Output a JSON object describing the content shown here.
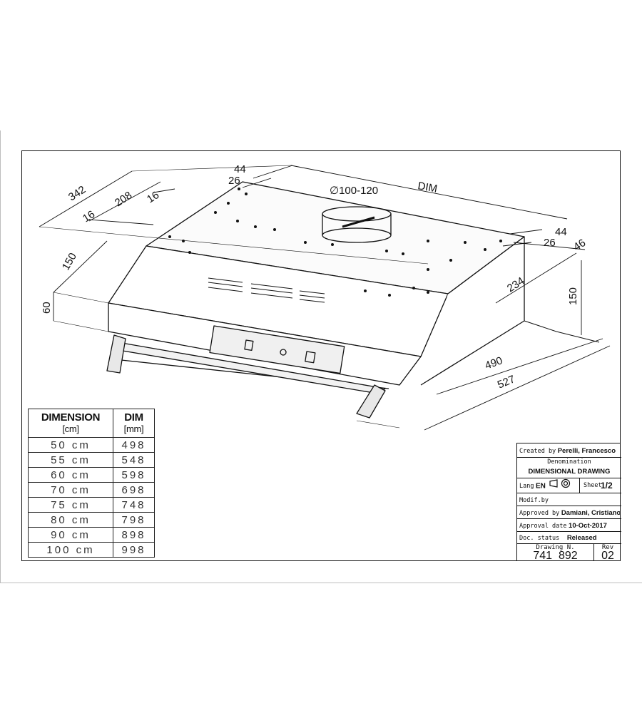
{
  "dimensions": {
    "d342": "342",
    "d208": "208",
    "d16a": "16",
    "d16b": "16",
    "d44a": "44",
    "d26a": "26",
    "duct": "∅100-120",
    "dim": "DIM",
    "d44b": "44",
    "d26b": "26",
    "d46": "46",
    "d150a": "150",
    "d60": "60",
    "d234": "234",
    "d150b": "150",
    "d490": "490",
    "d527": "527"
  },
  "table": {
    "header_dimension": "DIMENSION",
    "header_dimension_unit": "[cm]",
    "header_dim": "DIM",
    "header_dim_unit": "[mm]",
    "rows": [
      {
        "size": "50 cm",
        "dim": "498"
      },
      {
        "size": "55 cm",
        "dim": "548"
      },
      {
        "size": "60 cm",
        "dim": "598"
      },
      {
        "size": "70 cm",
        "dim": "698"
      },
      {
        "size": "75 cm",
        "dim": "748"
      },
      {
        "size": "80 cm",
        "dim": "798"
      },
      {
        "size": "90 cm",
        "dim": "898"
      },
      {
        "size": "100 cm",
        "dim": "998"
      }
    ]
  },
  "title_block": {
    "created_by_label": "Created by",
    "created_by": "Perelli, Francesco",
    "denomination_label": "Denomination",
    "denomination": "DIMENSIONAL DRAWING",
    "lang_label": "Lang",
    "lang": "EN",
    "sheet_label": "Sheet",
    "sheet": "1/2",
    "modif_label": "Modif.by",
    "approved_by_label": "Approved by",
    "approved_by": "Damiani, Cristiano",
    "approval_date_label": "Approval date",
    "approval_date": "10-Oct-2017",
    "doc_status_label": "Doc. status",
    "doc_status": "Released",
    "drawing_no_label": "Drawing N.",
    "drawing_no": "741_892",
    "rev_label": "Rev",
    "rev": "02"
  }
}
